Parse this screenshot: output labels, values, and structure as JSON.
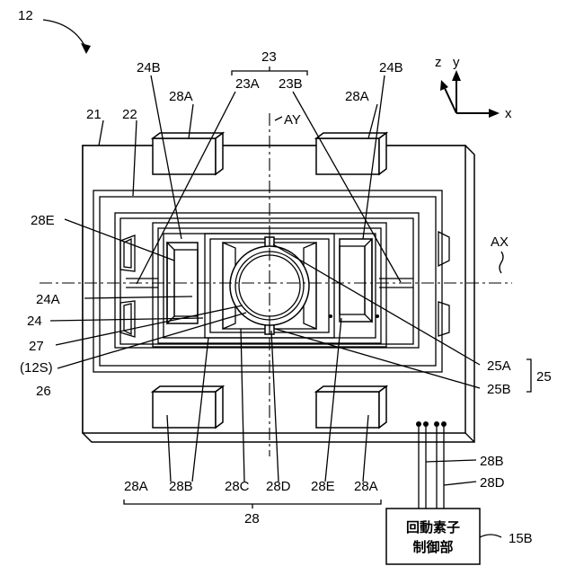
{
  "figure_number": "12",
  "labels": {
    "l21": "21",
    "l22": "22",
    "l23": "23",
    "l23A": "23A",
    "l23B": "23B",
    "l24": "24",
    "l24A": "24A",
    "l24B_left": "24B",
    "l24B_right": "24B",
    "l25": "25",
    "l25A": "25A",
    "l25B": "25B",
    "l26": "26",
    "l27": "27",
    "l12S": "(12S)",
    "l28": "28",
    "l28A_tl": "28A",
    "l28A_tr": "28A",
    "l28A_bl": "28A",
    "l28A_br": "28A",
    "l28B": "28B",
    "l28C": "28C",
    "l28D": "28D",
    "l28E_left": "28E",
    "l28E_bottom": "28E",
    "l28B_wire": "28B",
    "l28D_wire": "28D",
    "l15B": "15B",
    "AX": "AX",
    "AY": "AY"
  },
  "axes": {
    "x": "x",
    "y": "y",
    "z": "z"
  },
  "controller_box": {
    "line1": "回動素子",
    "line2": "制御部"
  }
}
